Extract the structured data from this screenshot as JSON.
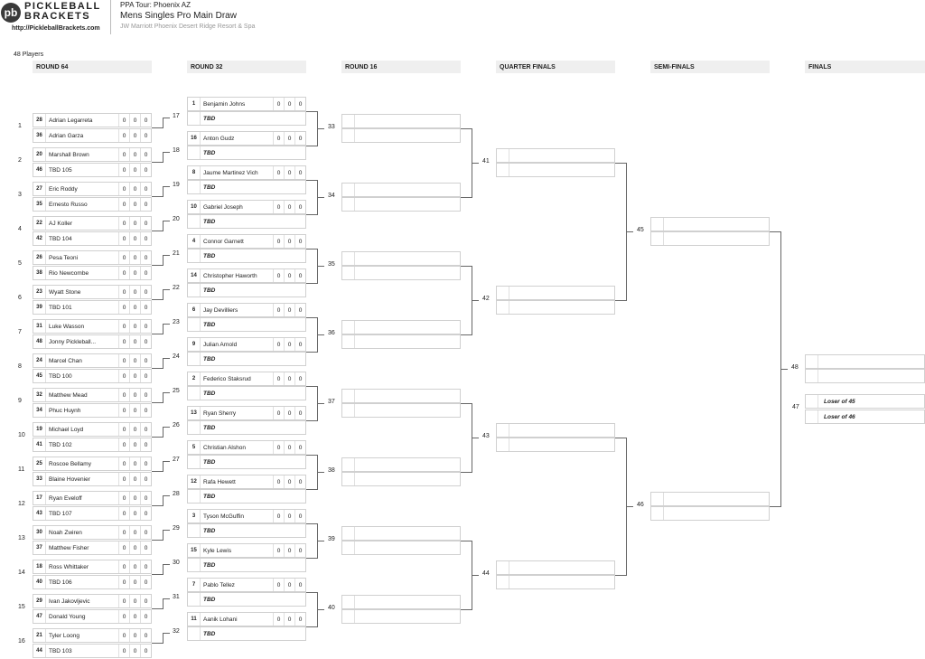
{
  "header": {
    "logo_mark": "pb",
    "logo_line1": "PICKLEBALL",
    "logo_line2": "BRACKETS",
    "logo_url": "http://PickleballBrackets.com",
    "tour": "PPA Tour: Phoenix AZ",
    "draw_title": "Mens Singles Pro Main Draw",
    "venue": "JW Marriott Phoenix Desert Ridge Resort & Spa"
  },
  "players_count": "48 Players",
  "round_headers": [
    "ROUND 64",
    "ROUND 32",
    "ROUND 16",
    "QUARTER FINALS",
    "SEMI-FINALS",
    "FINALS"
  ],
  "round64": [
    {
      "num": "1",
      "next": "17",
      "p": [
        {
          "seed": "28",
          "name": "Adrian Legarreta",
          "s": [
            "0",
            "0",
            "0"
          ]
        },
        {
          "seed": "36",
          "name": "Adrian Garza",
          "s": [
            "0",
            "0",
            "0"
          ]
        }
      ]
    },
    {
      "num": "2",
      "next": "18",
      "p": [
        {
          "seed": "20",
          "name": "Marshall Brown",
          "s": [
            "0",
            "0",
            "0"
          ]
        },
        {
          "seed": "46",
          "name": "TBD 105",
          "s": [
            "0",
            "0",
            "0"
          ]
        }
      ]
    },
    {
      "num": "3",
      "next": "19",
      "p": [
        {
          "seed": "27",
          "name": "Eric Roddy",
          "s": [
            "0",
            "0",
            "0"
          ]
        },
        {
          "seed": "35",
          "name": "Ernesto Russo",
          "s": [
            "0",
            "0",
            "0"
          ]
        }
      ]
    },
    {
      "num": "4",
      "next": "20",
      "p": [
        {
          "seed": "22",
          "name": "AJ Koller",
          "s": [
            "0",
            "0",
            "0"
          ]
        },
        {
          "seed": "42",
          "name": "TBD 104",
          "s": [
            "0",
            "0",
            "0"
          ]
        }
      ]
    },
    {
      "num": "5",
      "next": "21",
      "p": [
        {
          "seed": "26",
          "name": "Pesa Teoni",
          "s": [
            "0",
            "0",
            "0"
          ]
        },
        {
          "seed": "38",
          "name": "Rio Newcombe",
          "s": [
            "0",
            "0",
            "0"
          ]
        }
      ]
    },
    {
      "num": "6",
      "next": "22",
      "p": [
        {
          "seed": "23",
          "name": "Wyatt Stone",
          "s": [
            "0",
            "0",
            "0"
          ]
        },
        {
          "seed": "39",
          "name": "TBD 101",
          "s": [
            "0",
            "0",
            "0"
          ]
        }
      ]
    },
    {
      "num": "7",
      "next": "23",
      "p": [
        {
          "seed": "31",
          "name": "Luke Wasson",
          "s": [
            "0",
            "0",
            "0"
          ]
        },
        {
          "seed": "48",
          "name": "Jonny Pickleball...",
          "s": [
            "0",
            "0",
            "0"
          ]
        }
      ]
    },
    {
      "num": "8",
      "next": "24",
      "p": [
        {
          "seed": "24",
          "name": "Marcel Chan",
          "s": [
            "0",
            "0",
            "0"
          ]
        },
        {
          "seed": "45",
          "name": "TBD 100",
          "s": [
            "0",
            "0",
            "0"
          ]
        }
      ]
    },
    {
      "num": "9",
      "next": "25",
      "p": [
        {
          "seed": "32",
          "name": "Matthew Mead",
          "s": [
            "0",
            "0",
            "0"
          ]
        },
        {
          "seed": "34",
          "name": "Phuc Huynh",
          "s": [
            "0",
            "0",
            "0"
          ]
        }
      ]
    },
    {
      "num": "10",
      "next": "26",
      "p": [
        {
          "seed": "19",
          "name": "Michael Loyd",
          "s": [
            "0",
            "0",
            "0"
          ]
        },
        {
          "seed": "41",
          "name": "TBD 102",
          "s": [
            "0",
            "0",
            "0"
          ]
        }
      ]
    },
    {
      "num": "11",
      "next": "27",
      "p": [
        {
          "seed": "25",
          "name": "Roscoe Bellamy",
          "s": [
            "0",
            "0",
            "0"
          ]
        },
        {
          "seed": "33",
          "name": "Blaine Hovenier",
          "s": [
            "0",
            "0",
            "0"
          ]
        }
      ]
    },
    {
      "num": "12",
      "next": "28",
      "p": [
        {
          "seed": "17",
          "name": "Ryan Eveloff",
          "s": [
            "0",
            "0",
            "0"
          ]
        },
        {
          "seed": "43",
          "name": "TBD 107",
          "s": [
            "0",
            "0",
            "0"
          ]
        }
      ]
    },
    {
      "num": "13",
      "next": "29",
      "p": [
        {
          "seed": "30",
          "name": "Noah Zwiren",
          "s": [
            "0",
            "0",
            "0"
          ]
        },
        {
          "seed": "37",
          "name": "Matthew Fisher",
          "s": [
            "0",
            "0",
            "0"
          ]
        }
      ]
    },
    {
      "num": "14",
      "next": "30",
      "p": [
        {
          "seed": "18",
          "name": "Ross Whittaker",
          "s": [
            "0",
            "0",
            "0"
          ]
        },
        {
          "seed": "40",
          "name": "TBD 106",
          "s": [
            "0",
            "0",
            "0"
          ]
        }
      ]
    },
    {
      "num": "15",
      "next": "31",
      "p": [
        {
          "seed": "29",
          "name": "Ivan Jakovljevic",
          "s": [
            "0",
            "0",
            "0"
          ]
        },
        {
          "seed": "47",
          "name": "Donald Young",
          "s": [
            "0",
            "0",
            "0"
          ]
        }
      ]
    },
    {
      "num": "16",
      "next": "32",
      "p": [
        {
          "seed": "21",
          "name": "Tyler Loong",
          "s": [
            "0",
            "0",
            "0"
          ]
        },
        {
          "seed": "44",
          "name": "TBD 103",
          "s": [
            "0",
            "0",
            "0"
          ]
        }
      ]
    }
  ],
  "round32": [
    {
      "next": "33",
      "p": [
        {
          "seed": "1",
          "name": "Benjamin Johns",
          "s": [
            "0",
            "0",
            "0"
          ]
        },
        {
          "seed": "",
          "name": "TBD",
          "s": []
        }
      ]
    },
    {
      "next": "33",
      "p": [
        {
          "seed": "16",
          "name": "Anton Gudz",
          "s": [
            "0",
            "0",
            "0"
          ]
        },
        {
          "seed": "",
          "name": "TBD",
          "s": []
        }
      ]
    },
    {
      "next": "34",
      "p": [
        {
          "seed": "8",
          "name": "Jaume Martinez Vich",
          "s": [
            "0",
            "0",
            "0"
          ]
        },
        {
          "seed": "",
          "name": "TBD",
          "s": []
        }
      ]
    },
    {
      "next": "34",
      "p": [
        {
          "seed": "10",
          "name": "Gabriel Joseph",
          "s": [
            "0",
            "0",
            "0"
          ]
        },
        {
          "seed": "",
          "name": "TBD",
          "s": []
        }
      ]
    },
    {
      "next": "35",
      "p": [
        {
          "seed": "4",
          "name": "Connor Garnett",
          "s": [
            "0",
            "0",
            "0"
          ]
        },
        {
          "seed": "",
          "name": "TBD",
          "s": []
        }
      ]
    },
    {
      "next": "35",
      "p": [
        {
          "seed": "14",
          "name": "Christopher Haworth",
          "s": [
            "0",
            "0",
            "0"
          ]
        },
        {
          "seed": "",
          "name": "TBD",
          "s": []
        }
      ]
    },
    {
      "next": "36",
      "p": [
        {
          "seed": "6",
          "name": "Jay Devilliers",
          "s": [
            "0",
            "0",
            "0"
          ]
        },
        {
          "seed": "",
          "name": "TBD",
          "s": []
        }
      ]
    },
    {
      "next": "36",
      "p": [
        {
          "seed": "9",
          "name": "Julian Arnold",
          "s": [
            "0",
            "0",
            "0"
          ]
        },
        {
          "seed": "",
          "name": "TBD",
          "s": []
        }
      ]
    },
    {
      "next": "37",
      "p": [
        {
          "seed": "2",
          "name": "Federico Staksrud",
          "s": [
            "0",
            "0",
            "0"
          ]
        },
        {
          "seed": "",
          "name": "TBD",
          "s": []
        }
      ]
    },
    {
      "next": "37",
      "p": [
        {
          "seed": "13",
          "name": "Ryan Sherry",
          "s": [
            "0",
            "0",
            "0"
          ]
        },
        {
          "seed": "",
          "name": "TBD",
          "s": []
        }
      ]
    },
    {
      "next": "38",
      "p": [
        {
          "seed": "5",
          "name": "Christian Alshon",
          "s": [
            "0",
            "0",
            "0"
          ]
        },
        {
          "seed": "",
          "name": "TBD",
          "s": []
        }
      ]
    },
    {
      "next": "38",
      "p": [
        {
          "seed": "12",
          "name": "Rafa Hewett",
          "s": [
            "0",
            "0",
            "0"
          ]
        },
        {
          "seed": "",
          "name": "TBD",
          "s": []
        }
      ]
    },
    {
      "next": "39",
      "p": [
        {
          "seed": "3",
          "name": "Tyson McGuffin",
          "s": [
            "0",
            "0",
            "0"
          ]
        },
        {
          "seed": "",
          "name": "TBD",
          "s": []
        }
      ]
    },
    {
      "next": "39",
      "p": [
        {
          "seed": "15",
          "name": "Kyle Lewis",
          "s": [
            "0",
            "0",
            "0"
          ]
        },
        {
          "seed": "",
          "name": "TBD",
          "s": []
        }
      ]
    },
    {
      "next": "40",
      "p": [
        {
          "seed": "7",
          "name": "Pablo Tellez",
          "s": [
            "0",
            "0",
            "0"
          ]
        },
        {
          "seed": "",
          "name": "TBD",
          "s": []
        }
      ]
    },
    {
      "next": "40",
      "p": [
        {
          "seed": "11",
          "name": "Aanik Lohani",
          "s": [
            "0",
            "0",
            "0"
          ]
        },
        {
          "seed": "",
          "name": "TBD",
          "s": []
        }
      ]
    }
  ],
  "round16": [
    {
      "next": "41"
    },
    {
      "next": "41"
    },
    {
      "next": "42"
    },
    {
      "next": "42"
    },
    {
      "next": "43"
    },
    {
      "next": "43"
    },
    {
      "next": "44"
    },
    {
      "next": "44"
    }
  ],
  "quarterfinals": [
    {
      "next": "45"
    },
    {
      "next": "45"
    },
    {
      "next": "46"
    },
    {
      "next": "46"
    }
  ],
  "semifinals": [
    {
      "next": "48"
    },
    {
      "next": "48"
    }
  ],
  "finals": {
    "match_num": "48"
  },
  "third_place": {
    "match_num": "47",
    "p1": "Loser of 45",
    "p2": "Loser of 46"
  }
}
